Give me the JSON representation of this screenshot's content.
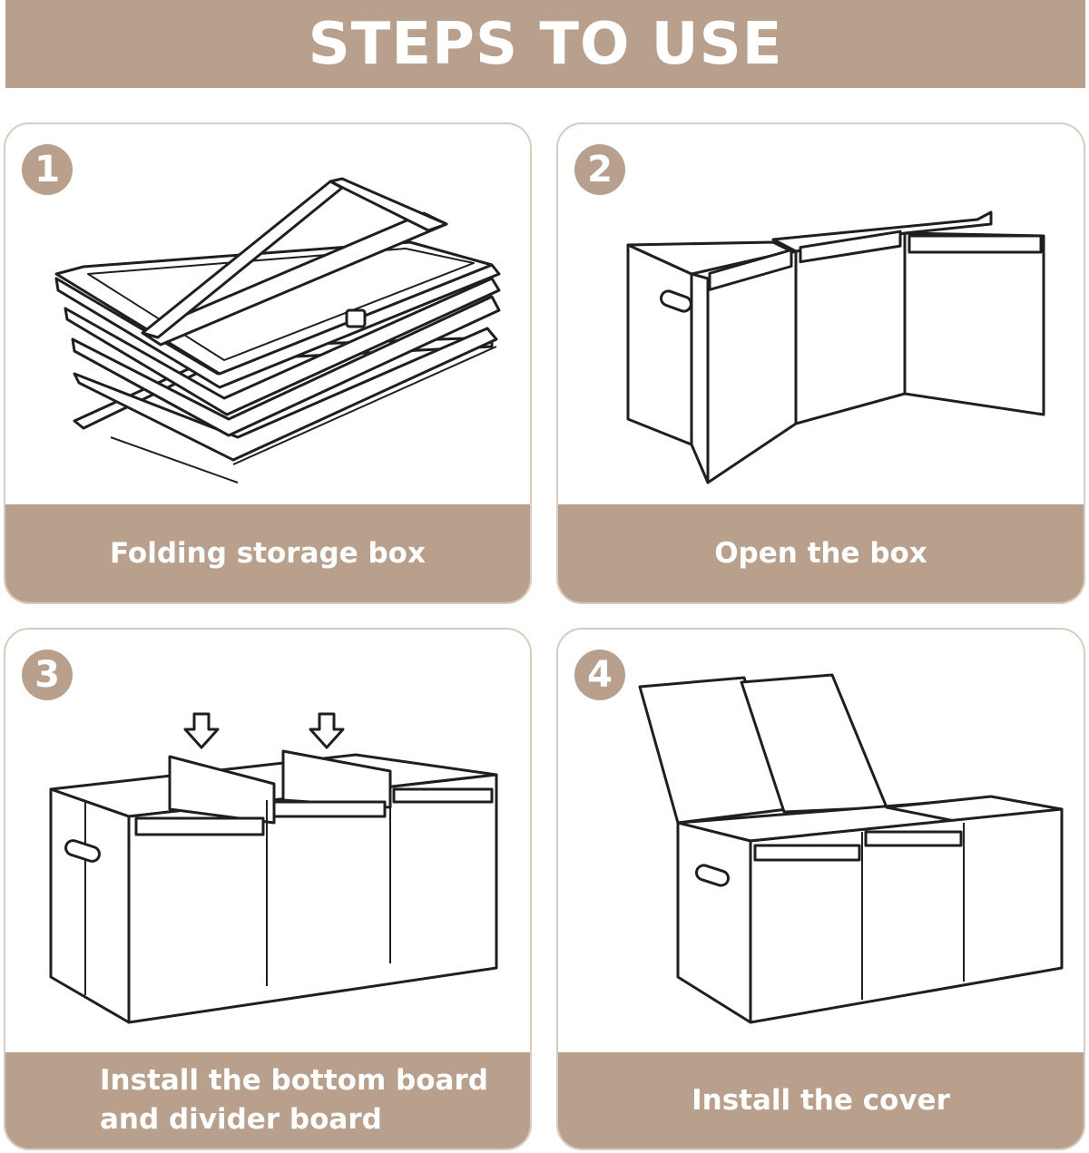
{
  "header": {
    "title": "STEPS TO USE"
  },
  "steps": [
    {
      "number": "1",
      "caption": "Folding storage box"
    },
    {
      "number": "2",
      "caption": "Open the box"
    },
    {
      "number": "3",
      "caption": "Install the bottom board\nand divider board"
    },
    {
      "number": "4",
      "caption": "Install the cover"
    }
  ],
  "colors": {
    "accent": "#b8a08c",
    "card_border": "#d9cbbf",
    "line": "#1f1f1f",
    "background": "#ffffff"
  }
}
